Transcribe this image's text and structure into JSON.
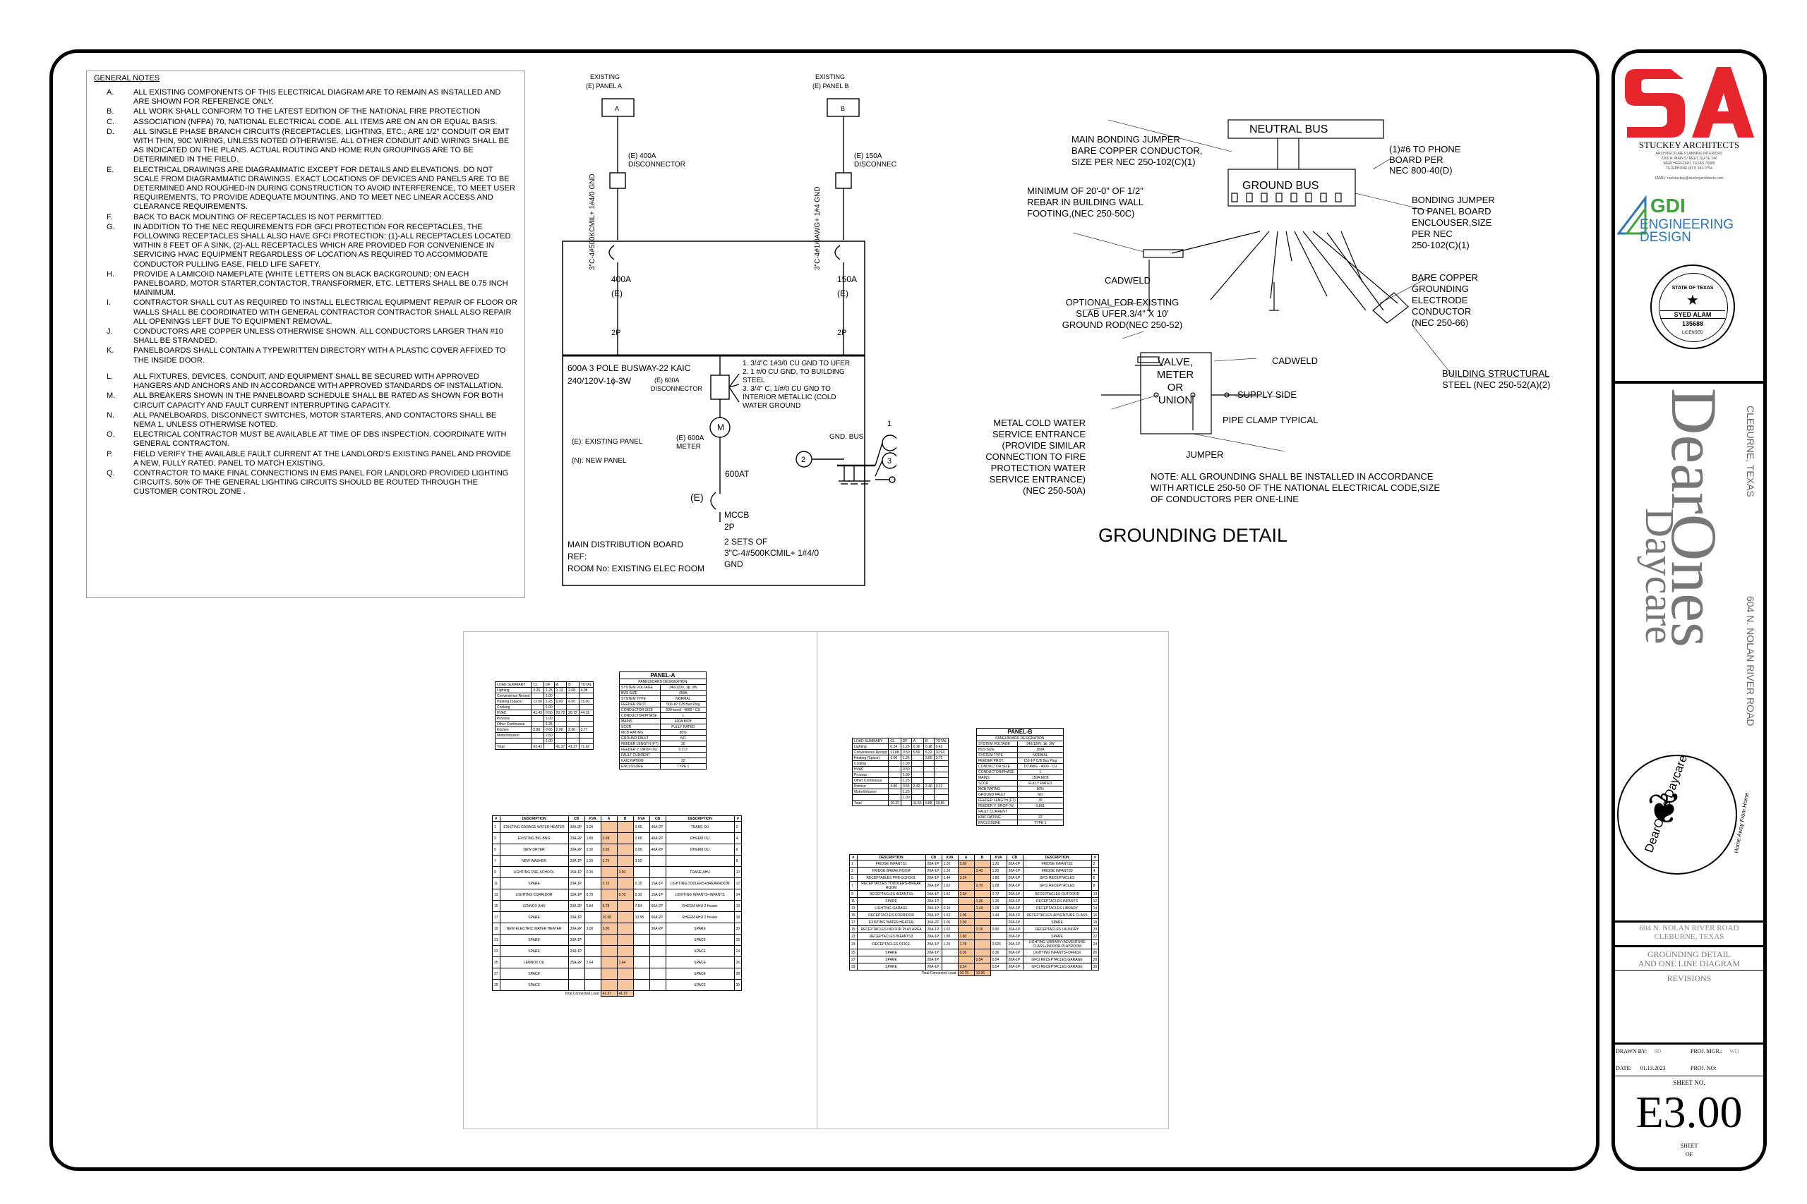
{
  "general_notes": {
    "heading": "GENERAL NOTES",
    "items": [
      {
        "letter": "A.",
        "text": "ALL EXISTING COMPONENTS OF THIS ELECTRICAL DIAGRAM ARE TO REMAIN AS INSTALLED AND ARE SHOWN FOR REFERENCE ONLY."
      },
      {
        "letter": "B.",
        "text": "ALL WORK SHALL CONFORM TO THE LATEST EDITION OF THE NATIONAL FIRE PROTECTION"
      },
      {
        "letter": "C.",
        "text": "ASSOCIATION (NFPA) 70, NATIONAL ELECTRICAL CODE. ALL ITEMS ARE ON AN OR EQUAL BASIS."
      },
      {
        "letter": "D.",
        "text": "ALL SINGLE PHASE BRANCH CIRCUITS (RECEPTACLES, LIGHTING, ETC.; ARE 1/2\" CONDUIT OR EMT WITH THIN, 90C WIRING, UNLESS NOTED OTHERWISE. ALL OTHER CONDUIT AND WIRING SHALL BE AS INDICATED ON THE PLANS. ACTUAL ROUTING AND HOME RUN GROUPINGS ARE TO BE DETERMINED IN THE FIELD."
      },
      {
        "letter": "E.",
        "text": "ELECTRICAL DRAWINGS ARE DIAGRAMMATIC EXCEPT FOR DETAILS AND ELEVATIONS. DO NOT SCALE FROM DIAGRAMMATIC DRAWINGS. EXACT LOCATIONS OF DEVICES AND PANELS ARE TO BE DETERMINED AND ROUGHED-IN DURING CONSTRUCTION TO AVOID INTERFERENCE, TO MEET USER REQUIREMENTS, TO PROVIDE ADEQUATE MOUNTING, AND TO MEET NEC LINEAR ACCESS AND CLEARANCE REQUIREMENTS."
      },
      {
        "letter": "F.",
        "text": "BACK TO BACK MOUNTING OF RECEPTACLES IS NOT PERMITTED."
      },
      {
        "letter": "G.",
        "text": "IN ADDITION TO THE NEC REQUIREMENTS FOR GFCI PROTECTION FOR RECEPTACLES, THE FOLLOWING RECEPTACLES SHALL ALSO HAVE GFCI PROTECTION: (1)-ALL RECEPTACLES LOCATED WITHIN 8 FEET OF A SINK, (2)-ALL RECEPTACLES WHICH ARE PROVIDED FOR CONVENIENCE IN SERVICING HVAC EQUIPMENT REGARDLESS OF LOCATION AS REQUIRED TO ACCOMMODATE CONDUCTOR PULLING EASE, FIELD LIFE SAFETY."
      },
      {
        "letter": "H.",
        "text": "PROVIDE A LAMICOID NAMEPLATE (WHITE LETTERS ON BLACK BACKGROUND; ON EACH PANELBOARD, MOTOR STARTER,CONTACTOR, TRANSFORMER, ETC. LETTERS SHALL BE 0.75 INCH MAINIMUM."
      },
      {
        "letter": "I.",
        "text": "CONTRACTOR SHALL CUT AS REQUIRED TO INSTALL ELECTRICAL EQUIPMENT REPAIR OF FLOOR OR WALLS SHALL BE COORDINATED WITH GENERAL CONTRACTOR CONTRACTOR SHALL ALSO REPAIR ALL OPENINGS LEFT DUE TO EQUIPMENT REMOVAL."
      },
      {
        "letter": "J.",
        "text": "CONDUCTORS ARE COPPER UNLESS OTHERWISE SHOWN. ALL CONDUCTORS LARGER THAN #10 SHALL BE STRANDED."
      },
      {
        "letter": "K.",
        "text": "PANELBOARDS SHALL CONTAIN A TYPEWRITTEN DIRECTORY WITH A PLASTIC COVER AFFIXED TO THE INSIDE DOOR."
      },
      {
        "letter": "L.",
        "text": "ALL FIXTURES, DEVICES, CONDUIT, AND EQUIPMENT SHALL BE SECURED WITH APPROVED HANGERS AND ANCHORS AND IN ACCORDANCE WITH APPROVED STANDARDS OF INSTALLATION."
      },
      {
        "letter": "M.",
        "text": "ALL BREAKERS SHOWN IN THE PANELBOARD SCHEDULE SHALL BE RATED AS SHOWN FOR BOTH CIRCUIT CAPACITY AND FAULT CURRENT INTERRUPTING CAPACITY."
      },
      {
        "letter": "N.",
        "text": "ALL PANELBOARDS, DISCONNECT SWITCHES, MOTOR STARTERS, AND CONTACTORS SHALL BE NEMA 1, UNLESS OTHERWISE NOTED."
      },
      {
        "letter": "O.",
        "text": "ELECTRICAL CONTRACTOR MUST BE AVAILABLE AT TIME OF DBS INSPECTION. COORDINATE WITH GENERAL CONTRACTON."
      },
      {
        "letter": "P.",
        "text": "FIELD VERIFY THE AVAILABLE FAULT CURRENT AT THE LANDLORD'S EXISTING PANEL AND PROVIDE A NEW, FULLY RATED, PANEL TO MATCH EXISTING."
      },
      {
        "letter": "Q.",
        "text": "CONTRACTOR TO MAKE FINAL CONNECTIONS IN EMS PANEL FOR LANDLORD PROVIDED LIGHTING CIRCUITS. 50% OF THE GENERAL LIGHTING CIRCUITS SHOULD BE ROUTED THROUGH THE CUSTOMER CONTROL ZONE ."
      }
    ]
  },
  "one_line": {
    "existing_a": "EXISTING",
    "panel_a": "(E) PANEL A",
    "box_a": "A",
    "existing_b": "EXISTING",
    "panel_b": "(E) PANEL B",
    "box_b": "B",
    "feeder_a": "3\"C-4#500KCMIL+ 1#4/0 GND",
    "feeder_b": "3\"C-4#1/0AWG+ 1#4 GND",
    "disc_a": "(E) 400A",
    "disc_a2": "DISCONNECTOR",
    "disc_b": "(E) 150A",
    "disc_b2": "DISCONNECTOR",
    "brk_a": "400A",
    "brk_a_e": "(E)",
    "brk_a_p": "2P",
    "brk_b": "150A",
    "brk_b_e": "(E)",
    "brk_b_p": "2P",
    "busway": "600A 3 POLE BUSWAY-22 KAIC",
    "voltage": "240/120V-1ϕ-3W",
    "disc_600": "(E) 600A",
    "disc_600b": "DISCONNECTOR",
    "gnd_notes": [
      "1. 3/4\"C 1#3/0 CU GND TO UFER",
      "2. 1 #/0 CU GND, TO BUILDING",
      "STEEL",
      "3. 3/4\" C, 1/#/0 CU GND TO",
      "INTERIOR METALLIC (COLD",
      "WATER GROUND"
    ],
    "meter_letter": "M",
    "meter1": "(E) 600A",
    "meter2": "METER",
    "legend_existing": "(E): EXISTING PANEL",
    "legend_new": "(N): NEW PANEL",
    "gnd_bus": "GND. BUS",
    "callout_1": "1",
    "callout_2": "2",
    "callout_3": "3",
    "at600": "600AT",
    "mccb_e": "(E)",
    "mccb": "MCCB",
    "mccb_p": "2P",
    "sets": [
      "2 SETS OF",
      "3\"C-4#500KCMIL+ 1#4/0",
      "GND"
    ],
    "mdb": [
      "MAIN DISTRIBUTION BOARD",
      "REF:",
      "ROOM No: EXISTING ELEC ROOM"
    ]
  },
  "grounding": {
    "title": "GROUNDING DETAIL",
    "neutral_bus": "NEUTRAL BUS",
    "ground_bus": "GROUND BUS",
    "main_bonding": [
      "MAIN BONDING JUMPER",
      "BARE COPPER CONDUCTOR,",
      "SIZE PER NEC 250-102(C)(1)"
    ],
    "phone": [
      "(1)#6 TO PHONE",
      "BOARD PER",
      "NEC 800-40(D)"
    ],
    "rebar": [
      "MINIMUM OF 20'-0\" OF 1/2\"",
      "REBAR IN BUILDING WALL",
      "FOOTING,(NEC 250-50C)"
    ],
    "bonding_jumper": [
      "BONDING JUMPER",
      "TO PANEL BOARD",
      "ENCLOUSER,SIZE",
      "PER NEC",
      "250-102(C)(1)"
    ],
    "cadweld1": "CADWELD",
    "bare_copper": [
      "BARE COPPER",
      "GROUNDING",
      "ELECTRODE",
      "CONDUCTOR",
      "(NEC 250-66)"
    ],
    "optional": [
      "OPTIONAL FOR EXISTING",
      "SLAB UFER.3/4\" X 10'",
      "GROUND ROD(NEC 250-52)"
    ],
    "cadweld2": "CADWELD",
    "valve": [
      "VALVE,",
      "METER",
      "OR",
      "UNION"
    ],
    "supply_side": "SUPPLY SIDE",
    "building_steel": [
      "BUILDING STRUCTURAL",
      "STEEL (NEC 250-52(A)(2)"
    ],
    "metal_water": [
      "METAL COLD WATER",
      "SERVICE ENTRANCE",
      "(PROVIDE SIMILAR",
      "CONNECTION TO FIRE",
      "PROTECTION WATER",
      "SERVICE ENTRANCE)",
      "(NEC 250-50A)"
    ],
    "pipe_clamp": "PIPE CLAMP TYPICAL",
    "jumper": "JUMPER",
    "note": [
      "NOTE: ALL GROUNDING SHALL BE INSTALLED IN ACCORDANCE",
      "WITH ARTICLE 250-50 OF THE NATIONAL ELECTRICAL CODE,SIZE",
      "OF CONDUCTORS PER ONE-LINE"
    ]
  },
  "panel_a": {
    "title": "PANEL-A",
    "subtitle": "PANELBOARD DESIGNATION",
    "load_headers": [
      "LOAD SUMMARY",
      "CL",
      "DF",
      "A",
      "B",
      "TOTAL"
    ],
    "loads": [
      [
        "Lighting",
        "3.26",
        "1.25",
        "1.13",
        "2.08",
        "4.08"
      ],
      [
        "Convenience Recept",
        "",
        "1.00",
        "",
        "",
        ""
      ],
      [
        "Heating (Space)",
        "12.00",
        "1.25",
        "6.00",
        "6.00",
        "15.00"
      ],
      [
        "Cooking",
        "",
        "1.00",
        "",
        "",
        ""
      ],
      [
        "HVAC",
        "41.43",
        "0.50",
        "20.72",
        "20.72",
        "44.15"
      ],
      [
        "Process",
        "",
        "1.00",
        "",
        "",
        ""
      ],
      [
        "Other Continuous",
        "",
        "1.25",
        "",
        "",
        ""
      ],
      [
        "Kitchen",
        "5.80",
        "0.65",
        "2.90",
        "2.30",
        "3.77"
      ],
      [
        "Motor/Infusion",
        "",
        "2.50",
        "",
        "",
        ""
      ],
      [
        "",
        "",
        "1.00",
        "",
        "",
        ""
      ],
      [
        "Total",
        "62.43",
        "",
        "41.37",
        "41.37",
        "71.92"
      ]
    ],
    "specs": [
      [
        "SYSTEM VOLTAGE",
        "240/120V, 1ϕ, 3W"
      ],
      [
        "BUS SIZE",
        "400A"
      ],
      [
        "SYSTEM TYPE",
        "NORMAL"
      ],
      [
        "FEEDER PROT.",
        "500-1P C/B Bus Plug"
      ],
      [
        "CONDUCTOR SIZE",
        "500-kcmil - 4000 - CU"
      ],
      [
        "CONDUCTOR/PHASE",
        "1"
      ],
      [
        "MAINS",
        "400A MCB"
      ],
      [
        "SCCR",
        "FULLY RATED"
      ],
      [
        "MCB RATING",
        "80%"
      ],
      [
        "GROUND FAULT",
        "NO"
      ],
      [
        "FEEDER LENGTH (FT)",
        "30"
      ],
      [
        "FEEDER V. DROP (%)",
        "0.372"
      ],
      [
        "FAULT CURRENT",
        ""
      ],
      [
        "KAIC RATING",
        "22"
      ],
      [
        "ENCLOSURE",
        "TYPE 1"
      ]
    ],
    "circuit_headers": [
      "DESCRIPTION",
      "CB",
      "KVA",
      "A",
      "B",
      "KVA",
      "CB",
      "DESCRIPTION"
    ],
    "circuits": [
      [
        "EXISTING GARAGE WATER HEATER",
        "30A-2P",
        "3.00",
        "",
        "",
        "2.65",
        "40A-2P",
        "TRANE OU"
      ],
      [
        "EXISTING BIG BNG",
        "20A-2P",
        "1.80",
        "2.68",
        "",
        "2.68",
        "40A-2P",
        "RHEEM OU"
      ],
      [
        "NEW DRYER",
        "30A-2P",
        "2.30",
        "2.65",
        "",
        "2.65",
        "40A-2P",
        "RHEEM OU"
      ],
      [
        "NEW WASHER",
        "20A-1P",
        "1.20",
        "1.75",
        "",
        "3.52",
        "",
        ""
      ],
      [
        "LIGHTING PRE-SCHOOL",
        "15A-1P",
        "0.30",
        "",
        "3.50",
        "",
        "",
        "TRANE AHU"
      ],
      [
        "SPARE",
        "20A-1P",
        "",
        "0.15",
        "",
        "0.15",
        "15A-1P",
        "LIGHTING TODLERS+BREAKROOM"
      ],
      [
        "LIGHTING CORRIDOR",
        "15A-1P",
        "0.70",
        "",
        "0.70",
        "0.30",
        "15A-1P",
        "LIGHTING INFANTS+INFANTS"
      ],
      [
        "LENNOX AHU",
        "20A-2P",
        "5.84",
        "6.78",
        "",
        "7.84",
        "60A-2P",
        "RHEEM AHU 2 Heater"
      ],
      [
        "SPARE",
        "20A-1P",
        "",
        "10.58",
        "",
        "10.58",
        "60A-2P",
        "RHEEM AHU 2 Heater"
      ],
      [
        "NEW ELECTRIC WATER HEATER",
        "30A-2P",
        "3.00",
        "3.00",
        "",
        "",
        "30A-2P",
        "SPARE"
      ],
      [
        "SPARE",
        "20A-1P",
        "",
        "",
        "",
        "",
        "",
        "SPACE"
      ],
      [
        "SPARE",
        "20A-1P",
        "",
        "",
        "",
        "",
        "",
        "SPACE"
      ],
      [
        "LENNOX OU",
        "25A-2P",
        "2.64",
        "",
        "2.64",
        "",
        "",
        "SPACE"
      ],
      [
        "SPACE",
        "",
        "",
        "",
        "",
        "",
        "",
        "SPACE"
      ],
      [
        "SPACE",
        "",
        "",
        "",
        "",
        "",
        "",
        "SPACE"
      ]
    ],
    "total_label": "Total Connected Load",
    "total_a": "41.37",
    "total_b": "41.37"
  },
  "panel_b": {
    "title": "PANEL-B",
    "subtitle": "PANELBOARD DESIGNATION",
    "load_headers": [
      "LOAD SUMMARY",
      "CL",
      "DF",
      "A",
      "B",
      "TOTAL"
    ],
    "loads": [
      [
        "Lighting",
        "0.34",
        "1.25",
        "0.16",
        "0.18",
        "0.42"
      ],
      [
        "Convenience Recept",
        "11.88",
        "0.50",
        "5.56",
        "6.32",
        "10.94"
      ],
      [
        "Heating (Space)",
        "3.00",
        "1.25",
        "",
        "3.00",
        "3.75"
      ],
      [
        "Cooling",
        "",
        "1.00",
        "",
        "",
        ""
      ],
      [
        "HVAC",
        "",
        "0.50",
        "",
        "",
        ""
      ],
      [
        "Process",
        "",
        "1.00",
        "",
        "",
        ""
      ],
      [
        "Other Continuous",
        "",
        "1.25",
        "",
        "",
        ""
      ],
      [
        "Kitchen",
        "4.80",
        "0.65",
        "2.40",
        "2.40",
        "3.12"
      ],
      [
        "Motor/Infusion",
        "",
        "1.25",
        "",
        "",
        ""
      ],
      [
        "",
        "",
        "1.00",
        "",
        "",
        ""
      ],
      [
        "Total",
        "20.22",
        "",
        "11.54",
        "9.88",
        "18.86"
      ]
    ],
    "specs": [
      [
        "SYSTEM VOLTAGE",
        "240/120V, 1ϕ, 3W"
      ],
      [
        "BUS SIZE",
        "150A"
      ],
      [
        "SYSTEM TYPE",
        "NORMAL"
      ],
      [
        "FEEDER PROT.",
        "150-1P C/B Bus Plug"
      ],
      [
        "CONDUCTOR SIZE",
        "1/0 AWG - 4000 - CU"
      ],
      [
        "CONDUCTOR/PHASE",
        "1"
      ],
      [
        "MAINS",
        "150A MCB"
      ],
      [
        "SCCR",
        "FULLY RATED"
      ],
      [
        "MCB RATING",
        "80%"
      ],
      [
        "GROUND FAULT",
        "NO"
      ],
      [
        "FEEDER LENGTH (FT)",
        "30"
      ],
      [
        "FEEDER V. DROP (%)",
        "0.861"
      ],
      [
        "FAULT CURRENT",
        ""
      ],
      [
        "KAIC RATING",
        "22"
      ],
      [
        "ENCLOSURE",
        "TYPE 1"
      ]
    ],
    "circuit_headers": [
      "DESCRIPTION",
      "CB",
      "KVA",
      "A",
      "B",
      "KVA",
      "CB",
      "DESCRIPTION"
    ],
    "circuits": [
      [
        "FRIDGE INFANTS1",
        "20A-1P",
        "1.20",
        "2.00",
        "",
        "1.20",
        "20A-1P",
        "FRIDGE INFANTS2"
      ],
      [
        "FRIDGE BREAK ROOM",
        "20A-1P",
        "1.20",
        "",
        "2.40",
        "1.20",
        "20A-1P",
        "FRIDGE INFANTS3"
      ],
      [
        "RECEPTABLES PRE-SCHOOL",
        "20A-1P",
        "1.44",
        "3.24",
        "",
        "1.80",
        "20A-1P",
        "GFCI RECEPTACLES"
      ],
      [
        "RECEPTACLES TODDLERS+BREAK ROOM",
        "20A-1P",
        "1.62",
        "",
        "2.70",
        "1.08",
        "20A-1P",
        "GFCI RECEPTACLES"
      ],
      [
        "RECEPTACLES INFANTS1",
        "20A-1P",
        "1.62",
        "2.34",
        "",
        "0.72",
        "20A-1P",
        "RECEPTACLES OUTDOOR"
      ],
      [
        "SPARE",
        "20A-1P",
        "",
        "",
        "1.26",
        "1.26",
        "20A-1P",
        "RECEPTACLES INFANTS"
      ],
      [
        "LIGHTING GARAGE",
        "20A-1P",
        "0.16",
        "",
        "1.44",
        "1.28",
        "20A-1P",
        "RECEPTACLES LIBRARY"
      ],
      [
        "RECEPTACLES CORRIDOR",
        "20A-1P",
        "1.62",
        "2.06",
        "",
        "1.44",
        "20A-1P",
        "RECEPTACLES ADVENTURE CLASS"
      ],
      [
        "EXISTING WATER HEATER",
        "30A-2P",
        "3.00",
        "3.00",
        "",
        "",
        "20A-1P",
        "SPARE"
      ],
      [
        "RECEPTACLES INDOOR PLAY AREA",
        "20A-1P",
        "1.62",
        "",
        "2.16",
        "0.90",
        "20A-1P",
        "RECEPTACLES LAUNDRY"
      ],
      [
        "RECEPTACLES INFANTS3",
        "20A-1P",
        "1.80",
        "1.80",
        "",
        "",
        "20A-1P",
        "SPARE"
      ],
      [
        "RECEPTACLES OFICE",
        "20A-1P",
        "1.26",
        "1.78",
        "",
        "0.025",
        "20A-1P",
        "LIGHTING LIBRARY+ADVENTURE CLASS+INDOOR PLAYROOM"
      ],
      [
        "SPARE",
        "20A-1P",
        "",
        "0.36",
        "",
        "0.36",
        "20A-1P",
        "LIGHTING INFANTS+OFFICE"
      ],
      [
        "SPARE",
        "20A-1P",
        "",
        "",
        "0.54",
        "0.54",
        "20A-1P",
        "GFCI RECEPTACLES GARAGE"
      ],
      [
        "SPARE",
        "20A-1P",
        "",
        "0.54",
        "",
        "0.54",
        "20A-1P",
        "GFCI RECEPTACLES GARAGE"
      ]
    ],
    "total_label": "Total Connected Load",
    "total_a": "10.78",
    "total_b": "10.96"
  },
  "title_block": {
    "firm": "STUCKEY ARCHITECTS",
    "firm_sub1": "ARCHITECTURE PLANNING INTERIORS",
    "firm_sub2": "2300 N. MAIN STREET, SUITE 140",
    "firm_sub3": "WEATHERFORD, TEXAS 76086",
    "firm_phone": "TELEPHONE (817) 341-0754",
    "email": "EMAIL: reelstuckey@stuckeyarchitects.com",
    "gdi": "GDI",
    "gdi_sub1": "ENGINEERING",
    "gdi_sub2": "DESIGN",
    "seal_name": "SYED ALAM",
    "seal_number": "135688",
    "seal_top": "STATE OF TEXAS",
    "seal_bottom": "LICENSED",
    "project_title1": "DearOnes",
    "project_title2": "Daycare",
    "project_addr": "604 N. NOLAN RIVER ROAD",
    "project_city": "CLEBURNE, TEXAS",
    "logo_text": "DearOnes Daycare",
    "logo_tag": "Home Away From Home",
    "addr_box1": "604 N. NOLAN RIVER ROAD",
    "addr_box2": "CLEBURNE, TEXAS",
    "sheet_title1": "GROUNDING DETAIL",
    "sheet_title2": "AND ONE LINE DIAGRAM",
    "revisions": "REVISIONS",
    "drawn_by_label": "DRAWN BY:",
    "drawn_by": "SD",
    "proj_mgr_label": "PROJ. MGR.:",
    "proj_mgr": "WD",
    "date_label": "DATE:",
    "date": "01.13.2023",
    "proj_no_label": "PROJ. NO:",
    "proj_no": "",
    "sheet_no_label": "SHEET NO.",
    "sheet_no": "E3.00",
    "sheet_label": "SHEET",
    "sheet_of": "OF"
  },
  "colors": {
    "brand_red": "#e5242b",
    "gdi_green": "#3ea33a",
    "gdi_blue": "#2a74b8",
    "highlight": "#f6c59a"
  }
}
